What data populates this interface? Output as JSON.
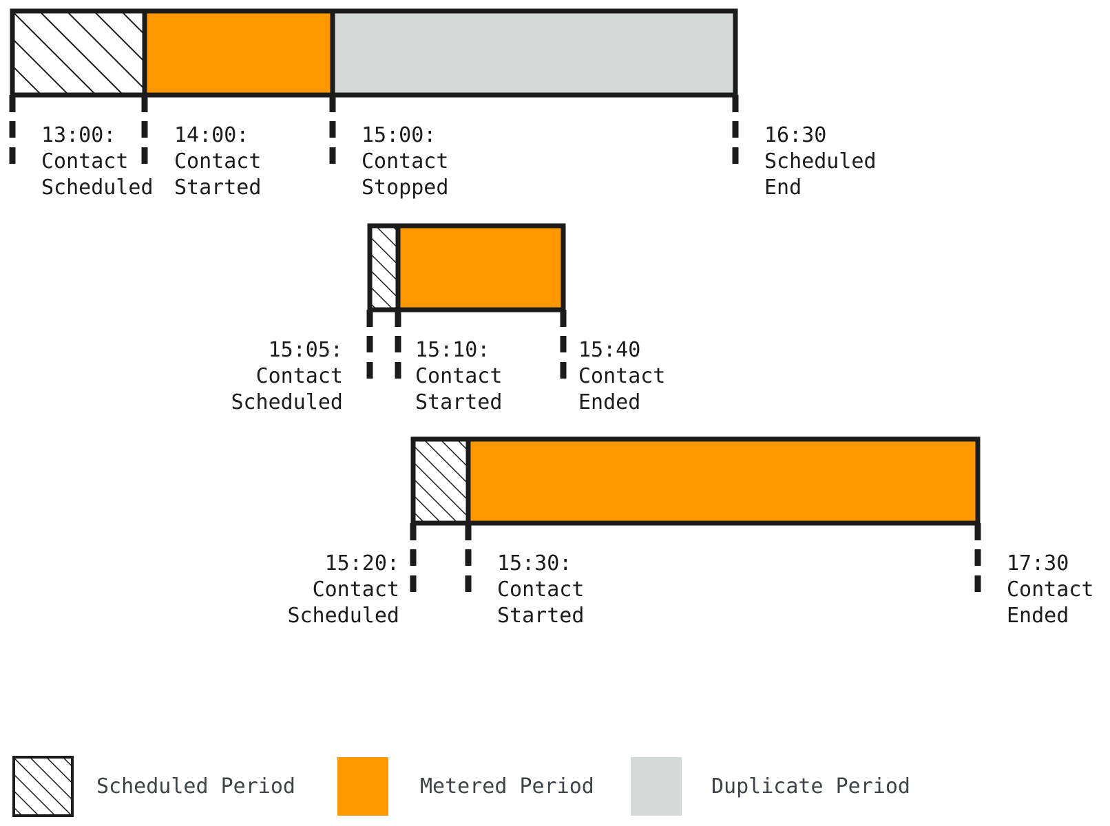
{
  "chart_data": {
    "type": "bar",
    "title": "",
    "subtitle": "",
    "xlabel": "",
    "ylabel": "",
    "orientation": "horizontal-timeline",
    "grid": false,
    "legend_position": "bottom-left",
    "colors": {
      "metered": "#FF9800",
      "duplicate": "#D4D9D8",
      "scheduled_hatch_fill": "#FFFFFF",
      "stroke": "#1C1C1C",
      "label_text": "#1C1C1C",
      "legend_text": "#3D4348"
    },
    "legend": [
      {
        "name": "scheduled-period",
        "label": "Scheduled Period",
        "style": "hatched"
      },
      {
        "name": "metered-period",
        "label": "Metered Period",
        "style": "solid",
        "color": "#FF9800"
      },
      {
        "name": "duplicate-period",
        "label": "Duplicate Period",
        "style": "solid",
        "color": "#D4D9D8"
      }
    ],
    "series": [
      {
        "name": "contact-1",
        "segments": [
          {
            "type": "scheduled",
            "start": "13:00",
            "end": "14:00"
          },
          {
            "type": "metered",
            "start": "14:00",
            "end": "15:00"
          },
          {
            "type": "duplicate",
            "start": "15:00",
            "end": "16:30"
          }
        ],
        "markers": [
          {
            "time": "13:00:",
            "event_line1": "Contact",
            "event_line2": "Scheduled"
          },
          {
            "time": "14:00:",
            "event_line1": "Contact",
            "event_line2": "Started"
          },
          {
            "time": "15:00:",
            "event_line1": "Contact",
            "event_line2": "Stopped"
          },
          {
            "time": "16:30",
            "event_line1": "Scheduled",
            "event_line2": "End"
          }
        ]
      },
      {
        "name": "contact-2",
        "segments": [
          {
            "type": "scheduled",
            "start": "15:05",
            "end": "15:10"
          },
          {
            "type": "metered",
            "start": "15:10",
            "end": "15:40"
          }
        ],
        "markers": [
          {
            "time": "15:05:",
            "event_line1": "Contact",
            "event_line2": "Scheduled"
          },
          {
            "time": "15:10:",
            "event_line1": "Contact",
            "event_line2": "Started"
          },
          {
            "time": "15:40",
            "event_line1": "Contact",
            "event_line2": "Ended"
          }
        ]
      },
      {
        "name": "contact-3",
        "segments": [
          {
            "type": "scheduled",
            "start": "15:20",
            "end": "15:30"
          },
          {
            "type": "metered",
            "start": "15:30",
            "end": "17:30"
          }
        ],
        "markers": [
          {
            "time": "15:20:",
            "event_line1": "Contact",
            "event_line2": "Scheduled"
          },
          {
            "time": "15:30:",
            "event_line1": "Contact",
            "event_line2": "Started"
          },
          {
            "time": "17:30",
            "event_line1": "Contact",
            "event_line2": "Ended"
          }
        ]
      }
    ]
  },
  "bars": {
    "bar1": {
      "time_13_00": "13:00:",
      "time_13_00_l1": "Contact",
      "time_13_00_l2": "Scheduled",
      "time_14_00": "14:00:",
      "time_14_00_l1": "Contact",
      "time_14_00_l2": "Started",
      "time_15_00": "15:00:",
      "time_15_00_l1": "Contact",
      "time_15_00_l2": "Stopped",
      "time_16_30": "16:30",
      "time_16_30_l1": "Scheduled",
      "time_16_30_l2": "End"
    },
    "bar2": {
      "time_15_05": "15:05:",
      "time_15_05_l1": "Contact",
      "time_15_05_l2": "Scheduled",
      "time_15_10": "15:10:",
      "time_15_10_l1": "Contact",
      "time_15_10_l2": "Started",
      "time_15_40": "15:40",
      "time_15_40_l1": "Contact",
      "time_15_40_l2": "Ended"
    },
    "bar3": {
      "time_15_20": "15:20:",
      "time_15_20_l1": "Contact",
      "time_15_20_l2": "Scheduled",
      "time_15_30": "15:30:",
      "time_15_30_l1": "Contact",
      "time_15_30_l2": "Started",
      "time_17_30": "17:30",
      "time_17_30_l1": "Contact",
      "time_17_30_l2": "Ended"
    }
  },
  "legend": {
    "scheduled": "Scheduled Period",
    "metered": "Metered Period",
    "duplicate": "Duplicate Period"
  }
}
